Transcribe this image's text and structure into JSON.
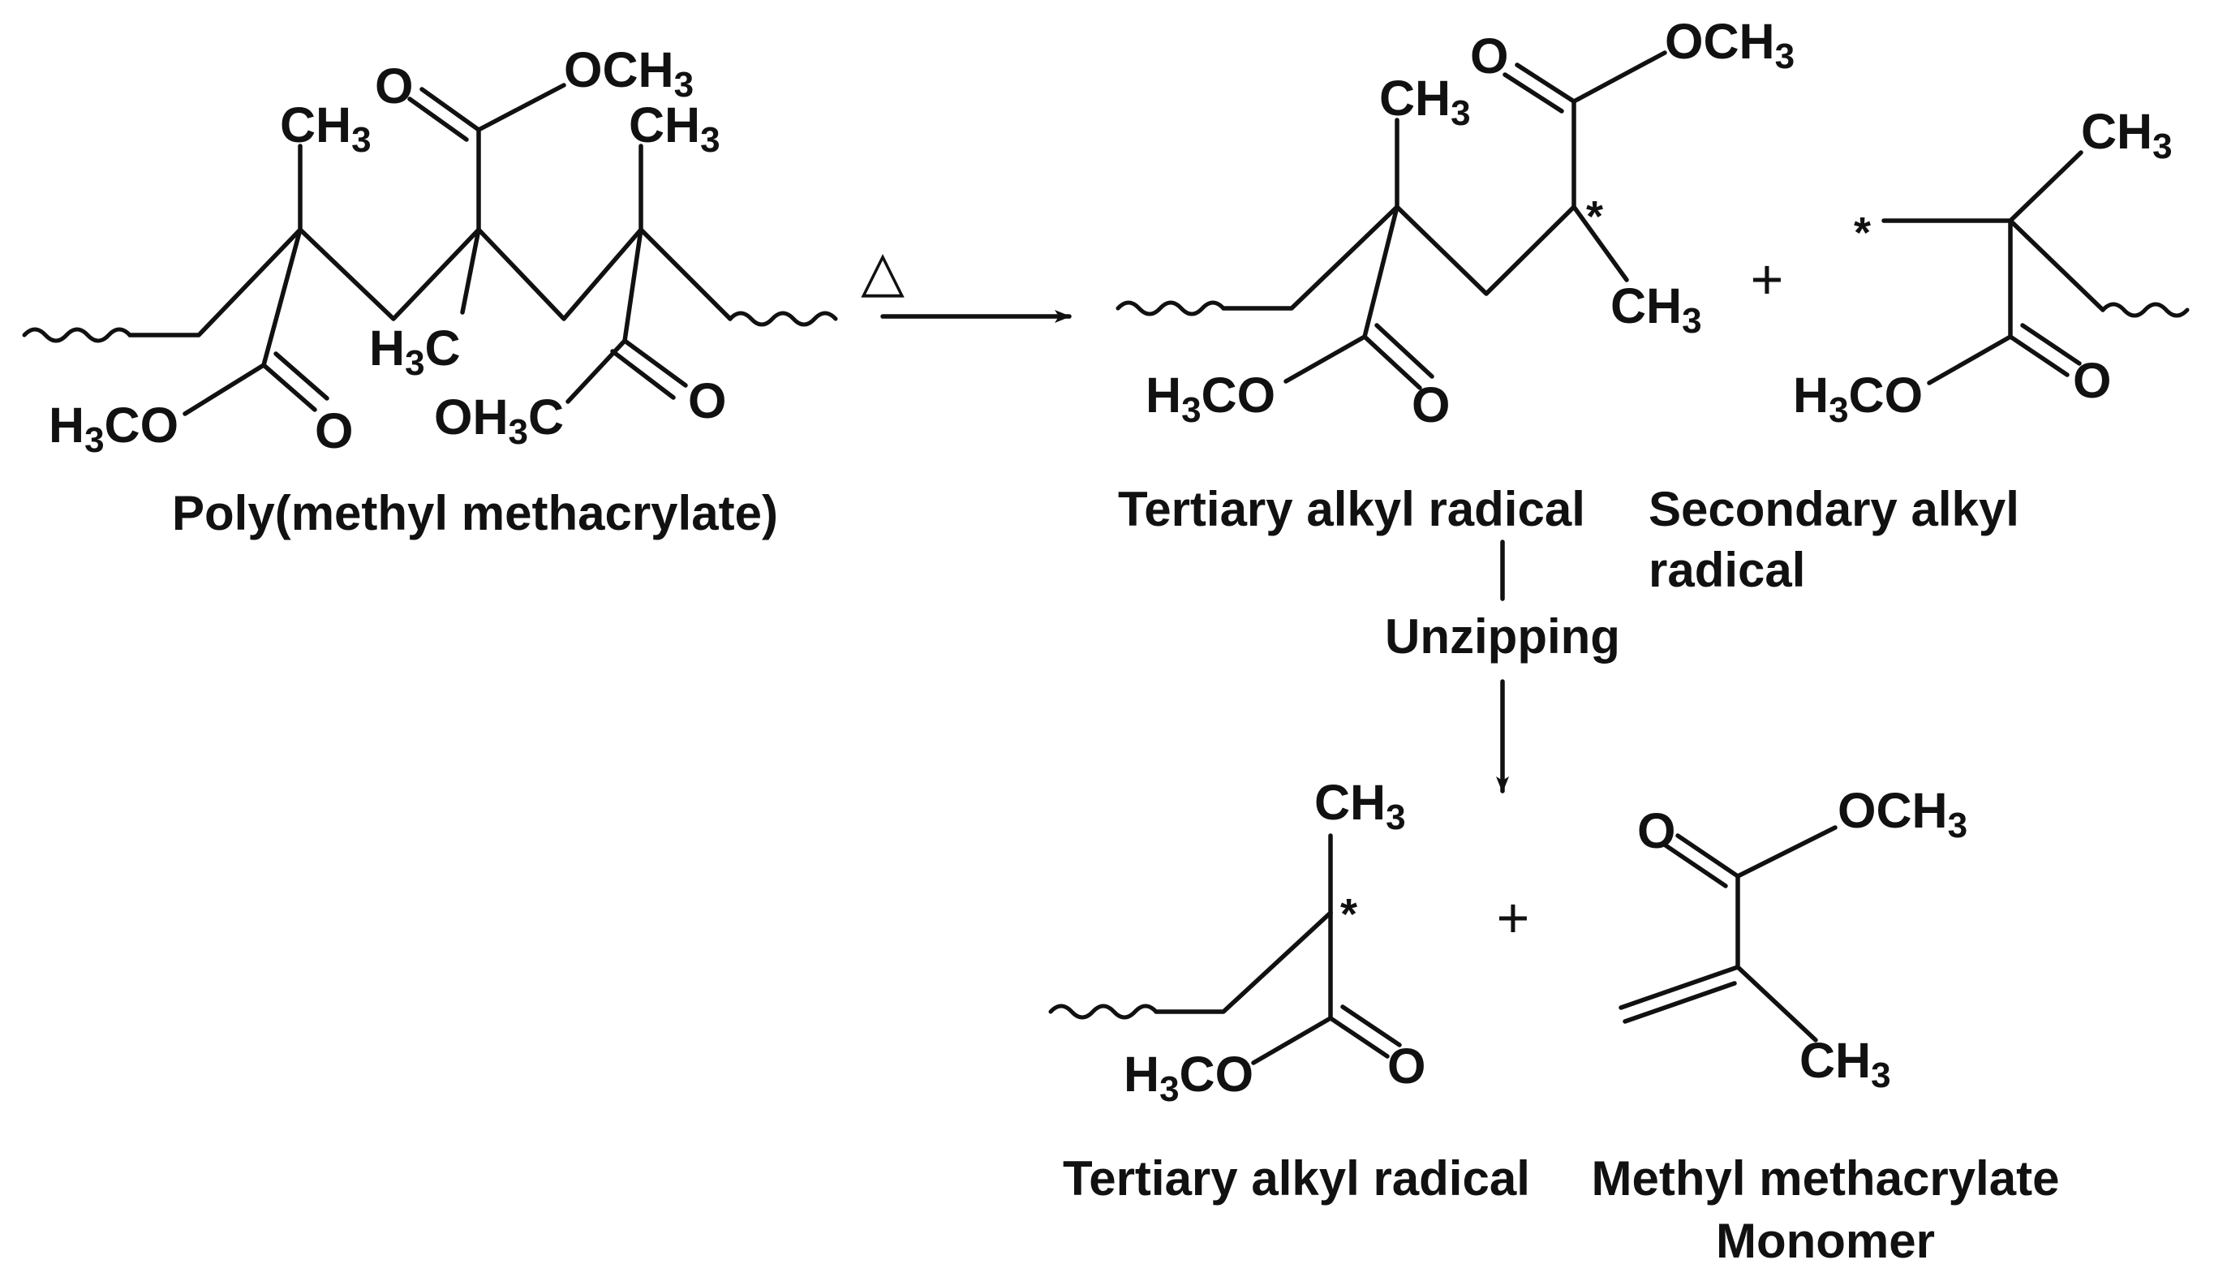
{
  "reactant": {
    "name": "Poly(methyl methacrylate)",
    "atoms": {
      "ch3_left": [
        "CH",
        "3"
      ],
      "och3_top": [
        "OCH",
        "3"
      ],
      "o_top": "O",
      "ch3_right": [
        "CH",
        "3"
      ],
      "h3c_mid": [
        "H",
        "3",
        "C"
      ],
      "h3co_left": [
        "H",
        "3",
        "CO"
      ],
      "o_left": "O",
      "oh3c": [
        "OH",
        "3",
        "C"
      ],
      "o_right": "O"
    }
  },
  "step1": {
    "condition_symbol": "△"
  },
  "product_tertiary": {
    "name": "Tertiary alkyl radical",
    "atoms": {
      "o_top": "O",
      "och3": [
        "OCH",
        "3"
      ],
      "ch3_top": [
        "CH",
        "3"
      ],
      "star": "*",
      "ch3_right": [
        "CH",
        "3"
      ],
      "h3co": [
        "H",
        "3",
        "CO"
      ],
      "o_low": "O"
    }
  },
  "plus_sign": "+",
  "product_secondary": {
    "name_line1": "Secondary alkyl",
    "name_line2": "radical",
    "atoms": {
      "ch3": [
        "CH",
        "3"
      ],
      "star": "*",
      "h3co": [
        "H",
        "3",
        "CO"
      ],
      "o": "O"
    }
  },
  "step2": {
    "label": "Unzipping"
  },
  "final_radical": {
    "name": "Tertiary alkyl radical",
    "atoms": {
      "ch3": [
        "CH",
        "3"
      ],
      "star": "*",
      "h3co": [
        "H",
        "3",
        "CO"
      ],
      "o": "O"
    }
  },
  "monomer": {
    "name_line1": "Methyl methacrylate",
    "name_line2": "Monomer",
    "atoms": {
      "o": "O",
      "och3": [
        "OCH",
        "3"
      ],
      "ch3": [
        "CH",
        "3"
      ]
    }
  },
  "colors": {
    "ink": "#111111",
    "background": "#ffffff"
  }
}
